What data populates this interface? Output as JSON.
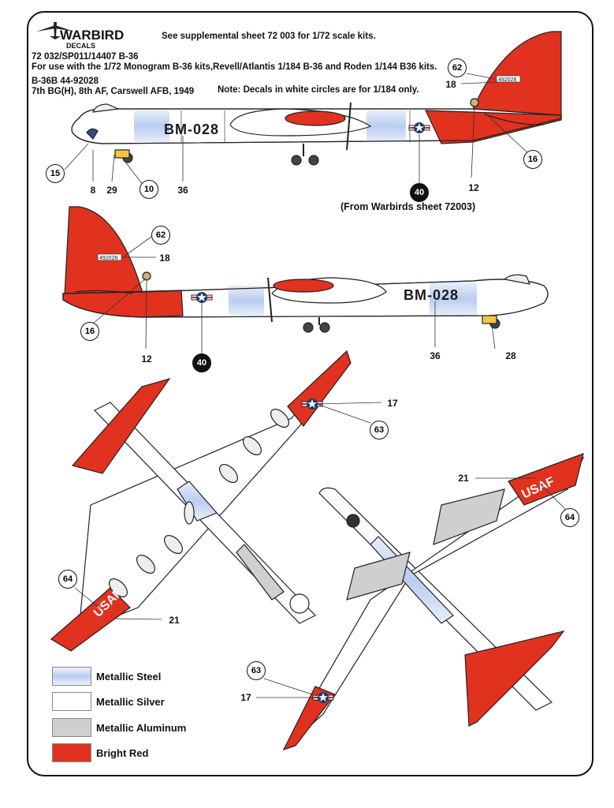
{
  "logo": {
    "brand": "WARBIRD",
    "sub": "DECALS"
  },
  "header": {
    "supplement": "See supplemental sheet 72 003 for 1/72 scale kits.",
    "line1": "72 032/SP011/14407 B-36",
    "line2": "For use with the 1/72 Monogram B-36 kits,Revell/Atlantis 1/184 B-36 and Roden 1/144 B36 kits.",
    "line3": "B-36B 44-92028",
    "line4": "7th BG(H), 8th AF, Carswell AFB, 1949",
    "note": "Note: Decals in white circles are for 1/184 only."
  },
  "markings": {
    "fuselage_code": "BM-028",
    "tail_serial": "492028",
    "wing_text": "USAF",
    "from_sheet_note": "(From Warbirds sheet 72003)"
  },
  "callouts": {
    "c15": "15",
    "c8": "8",
    "c29": "29",
    "c10": "10",
    "c36a": "36",
    "c40a": "40",
    "c12a": "12",
    "c16a": "16",
    "c62a": "62",
    "c18a": "18",
    "c62b": "62",
    "c18b": "18",
    "c16b": "16",
    "c12b": "12",
    "c40b": "40",
    "c36b": "36",
    "c28": "28",
    "c17a": "17",
    "c63a": "63",
    "c21a": "21",
    "c64a": "64",
    "c64b": "64",
    "c21b": "21",
    "c63b": "63",
    "c17b": "17"
  },
  "legend": [
    {
      "label": "Metallic Steel",
      "color": "#c9d8f2"
    },
    {
      "label": "Metallic Silver",
      "color": "#ffffff"
    },
    {
      "label": "Metallic Aluminum",
      "color": "#cfcfcf"
    },
    {
      "label": "Bright Red",
      "color": "#e0321e"
    }
  ],
  "colors": {
    "red": "#e0321e",
    "steel": "#c9d8f2",
    "aluminum": "#cfcfcf",
    "outline": "#222222"
  }
}
